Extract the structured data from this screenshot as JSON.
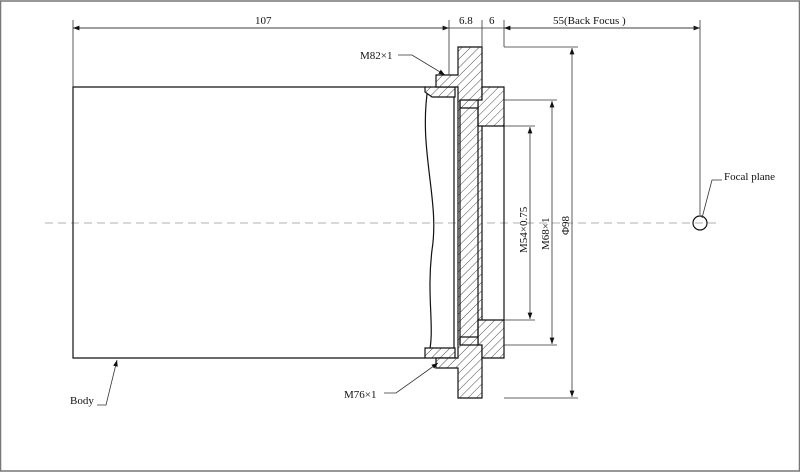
{
  "drawing": {
    "dimensions": {
      "body_length": "107",
      "flange_thickness": "6.8",
      "ring_thickness": "6",
      "back_focus": "55(Back Focus )",
      "outer_diameter": "Φ98",
      "thread_m68": "M68×1",
      "thread_m54": "M54×0.75"
    },
    "labels": {
      "thread_m82": "M82×1",
      "thread_m76": "M76×1",
      "body": "Body",
      "focal_plane": "Focal plane"
    }
  }
}
